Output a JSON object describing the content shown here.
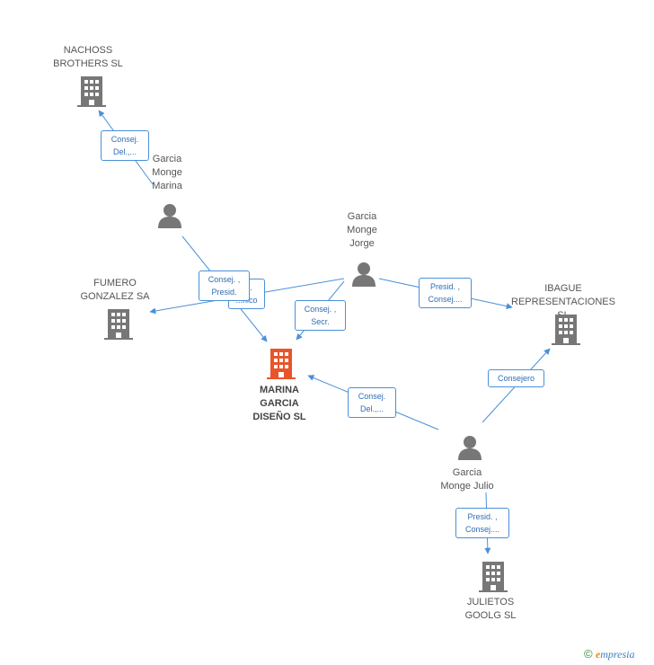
{
  "nodes": {
    "nachoss": {
      "lines": [
        "NACHOSS",
        "BROTHERS SL"
      ],
      "kind": "company"
    },
    "garcia_marina": {
      "lines": [
        "Garcia",
        "Monge",
        "Marina"
      ],
      "kind": "person"
    },
    "garcia_jorge": {
      "lines": [
        "Garcia",
        "Monge",
        "Jorge"
      ],
      "kind": "person"
    },
    "fumero": {
      "lines": [
        "FUMERO",
        "GONZALEZ SA"
      ],
      "kind": "company"
    },
    "ibague": {
      "lines": [
        "IBAGUE",
        "REPRESENTACIONES SL"
      ],
      "kind": "company"
    },
    "marina_diseno": {
      "lines": [
        "MARINA",
        "GARCIA",
        "DISEÑO SL"
      ],
      "kind": "company-focus"
    },
    "garcia_julio": {
      "lines": [
        "Garcia",
        "Monge Julio"
      ],
      "kind": "person"
    },
    "julietos": {
      "lines": [
        "JULIETOS",
        "GOOLG SL"
      ],
      "kind": "company"
    }
  },
  "edges": {
    "marina_nachoss": {
      "lines": [
        "Consej.",
        "Del.,..."
      ]
    },
    "marina_fumero_back": {
      "lines": [
        "..n.",
        "...nico"
      ]
    },
    "marina_fumero": {
      "lines": [
        "Consej. ,",
        "Presid."
      ]
    },
    "jorge_diseno": {
      "lines": [
        "Consej. ,",
        "Secr."
      ]
    },
    "jorge_ibague": {
      "lines": [
        "Presid. ,",
        "Consej...."
      ]
    },
    "julio_diseno": {
      "lines": [
        "Consej.",
        "Del.,..."
      ]
    },
    "julio_ibague": {
      "lines": [
        "Consejero"
      ]
    },
    "julio_julietos": {
      "lines": [
        "Presid. ,",
        "Consej...."
      ]
    }
  },
  "colors": {
    "edge": "#4a90d9",
    "node": "#777777",
    "focus": "#e8552a"
  },
  "watermark": {
    "symbol": "©",
    "brand_first": "e",
    "brand_rest": "mpresia"
  }
}
